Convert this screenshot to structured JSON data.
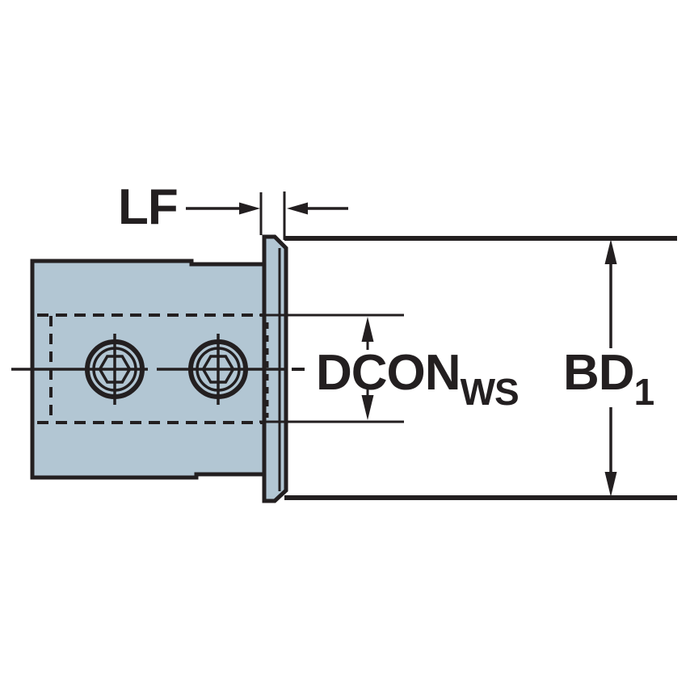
{
  "drawing": {
    "type": "engineering-dimension-drawing",
    "subject": "Tool holder reduction bushing with flange and two clamping screws, side cross-section view against cylindrical machine body",
    "labels": {
      "lf": {
        "text": "LF"
      },
      "dconws": {
        "text": "DCON",
        "subscript": "WS"
      },
      "bd1": {
        "text": "BD",
        "subscript": "1"
      }
    },
    "colors": {
      "line": "#231f20",
      "part_fill": "#b2c6d3",
      "background": "#ffffff"
    }
  }
}
